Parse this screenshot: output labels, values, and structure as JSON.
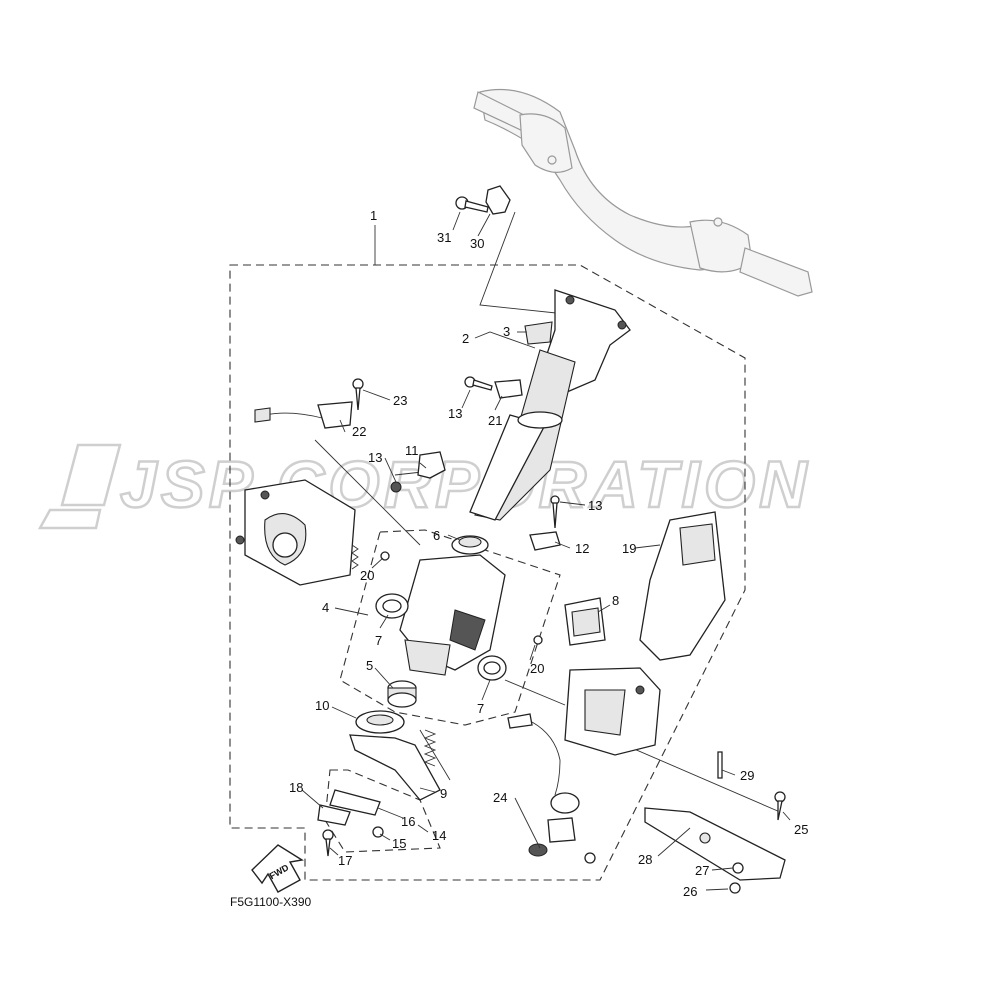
{
  "diagram": {
    "code": "F5G1100-X390",
    "watermark": "JSP CORPORATION",
    "fwd_label": "FWD",
    "callouts": [
      "1",
      "2",
      "3",
      "4",
      "5",
      "6",
      "7",
      "7",
      "8",
      "9",
      "10",
      "11",
      "12",
      "13",
      "13",
      "13",
      "14",
      "15",
      "16",
      "17",
      "18",
      "19",
      "20",
      "20",
      "21",
      "22",
      "23",
      "24",
      "25",
      "26",
      "27",
      "28",
      "29",
      "30",
      "31"
    ]
  }
}
